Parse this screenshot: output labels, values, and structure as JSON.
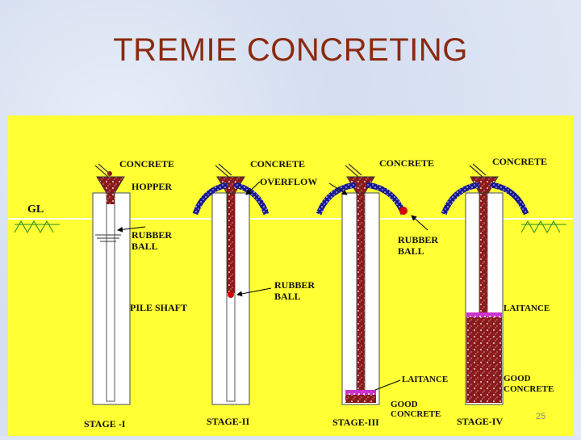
{
  "title": "TREMIE CONCRETING",
  "slide_number": "25",
  "labels": {
    "gl": "GL",
    "concrete": "CONCRETE",
    "hopper": "HOPPER",
    "overflow": "OVERFLOW",
    "rubber": "RUBBER",
    "ball": "BALL",
    "pile_shaft": "PILE SHAFT",
    "laitance": "LAITANCE",
    "good": "GOOD",
    "good_concrete": "CONCRETE"
  },
  "stages": [
    "STAGE -I",
    "STAGE-II",
    "STAGE-III",
    "STAGE-IV"
  ],
  "colors": {
    "background": "#ffff33",
    "concrete": "#8b1a1a",
    "overflow": "#1a1a8c",
    "laitance": "#cc33cc",
    "grass": "#228b22",
    "ball": "#d40000",
    "title": "#8b2a10"
  }
}
